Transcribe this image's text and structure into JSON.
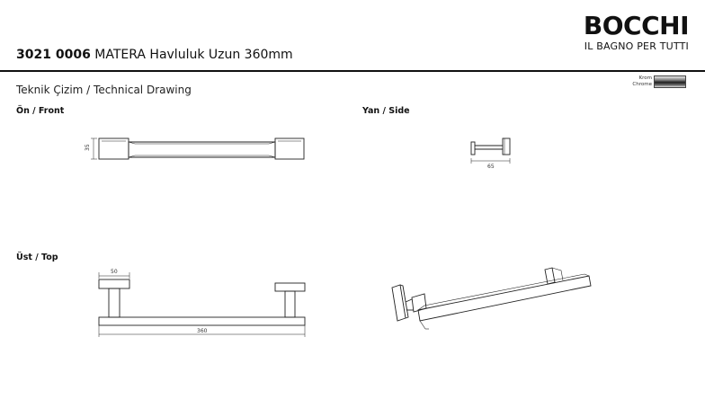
{
  "brand": {
    "name": "BOCCHI",
    "tagline": "IL BAGNO PER TUTTI"
  },
  "product": {
    "code": "3021 0006",
    "name": "MATERA Havluluk Uzun 360mm"
  },
  "subtitle": "Teknik Çizim / Technical Drawing",
  "finish": {
    "label_tr": "Krom",
    "label_en": "Chrome"
  },
  "views": {
    "front": "Ön / Front",
    "side": "Yan / Side",
    "top": "Üst / Top"
  },
  "dimensions": {
    "front_height": "35",
    "side_depth": "65",
    "top_base": "50",
    "top_length": "360"
  }
}
